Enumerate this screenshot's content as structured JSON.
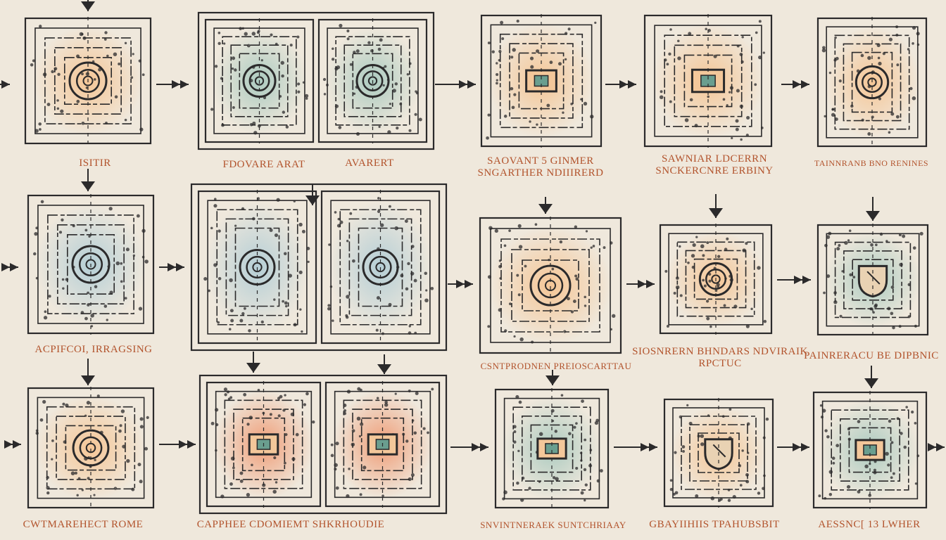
{
  "palette": {
    "background": "#efe8dc",
    "ink": "#2b2a2b",
    "label": "#b2532c",
    "accent_orange": "#f2b27a",
    "accent_blue": "#8fb8c9",
    "accent_teal": "#6fa8a0"
  },
  "rows": [
    {
      "boxes": [
        {
          "id": "r1b1",
          "kind": "single",
          "center_shape": "spiral",
          "tint": "orange"
        },
        {
          "id": "r1b2",
          "kind": "double",
          "center_shape": "spiral",
          "tint": "teal"
        },
        {
          "id": "r1b3",
          "kind": "single",
          "center_shape": "square",
          "tint": "orange"
        },
        {
          "id": "r1b4",
          "kind": "single",
          "center_shape": "square",
          "tint": "orange"
        },
        {
          "id": "r1b5",
          "kind": "single",
          "center_shape": "spiral",
          "tint": "orange"
        }
      ],
      "labels": [
        {
          "text": "ISITIR"
        },
        {
          "text": "FDOVARE ARAT"
        },
        {
          "text": "AVARERT"
        },
        {
          "text": "SAOVANT 5 GINMER\nSNGARTHER NDIIIRERD"
        },
        {
          "text": "SAWNIAR LDCERRN\nSNCKERCNRE ERBINY"
        },
        {
          "text": "TAINNRANB BNO RENINES"
        }
      ]
    },
    {
      "boxes": [
        {
          "id": "r2b1",
          "kind": "single",
          "center_shape": "spiral",
          "tint": "blue"
        },
        {
          "id": "r2b2",
          "kind": "double",
          "center_shape": "spiral",
          "tint": "blue"
        },
        {
          "id": "r2b3",
          "kind": "single",
          "center_shape": "spiral",
          "tint": "orange"
        },
        {
          "id": "r2b4",
          "kind": "single",
          "center_shape": "spiral",
          "tint": "orange"
        },
        {
          "id": "r2b5",
          "kind": "single",
          "center_shape": "shield",
          "tint": "teal"
        }
      ],
      "labels": [
        {
          "text": "ACPIFCOI, IRRAGSING"
        },
        {
          "text": "CSNTPRODNEN PREIOSCARTTAU"
        },
        {
          "text": "SIOSNRERN BHNDARS NDVIRAIK\nRPCTUC"
        },
        {
          "text": "PAINRERACU BE DIPBNIC"
        }
      ]
    },
    {
      "boxes": [
        {
          "id": "r3b1",
          "kind": "single",
          "center_shape": "spiral",
          "tint": "orange"
        },
        {
          "id": "r3b2",
          "kind": "double",
          "center_shape": "square",
          "tint": "red"
        },
        {
          "id": "r3b3",
          "kind": "single",
          "center_shape": "square",
          "tint": "teal"
        },
        {
          "id": "r3b4",
          "kind": "single",
          "center_shape": "shield",
          "tint": "orange"
        },
        {
          "id": "r3b5",
          "kind": "single",
          "center_shape": "square",
          "tint": "teal"
        }
      ],
      "labels": [
        {
          "text": "CWTMAREHECT ROME"
        },
        {
          "text": "CAPPHEE  CDOMIEMT  SHKRHOUDIE"
        },
        {
          "text": "SNVINTNERAEK SUNTCHRIAAY"
        },
        {
          "text": "GBAYIIHIIS TPAHUBSBIT"
        },
        {
          "text": "AESSNC[ 13 LWHER"
        }
      ]
    }
  ]
}
